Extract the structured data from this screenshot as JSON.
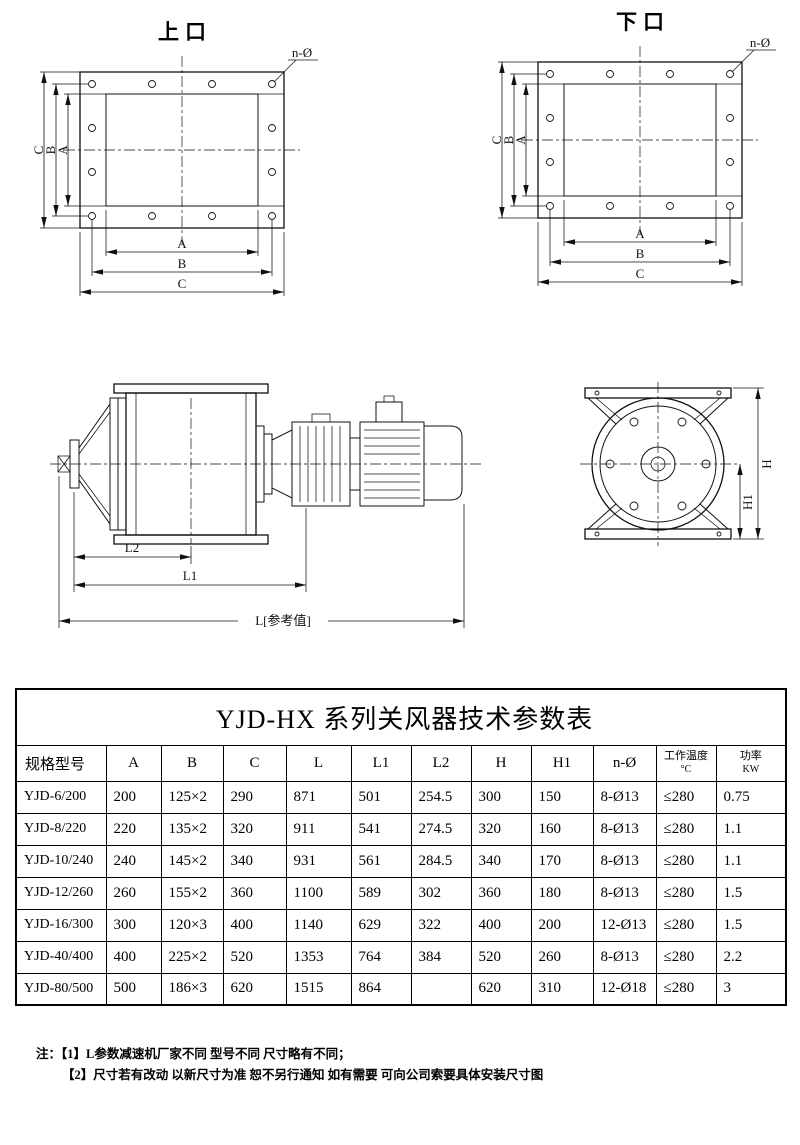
{
  "titles": {
    "top_left": "上口",
    "top_right": "下口"
  },
  "flange": {
    "bolt_callout": "n-Ø",
    "dim_a": "A",
    "dim_b": "B",
    "dim_c": "C"
  },
  "side_view": {
    "dim_l2": "L2",
    "dim_l1": "L1",
    "dim_l": "L[参考值]"
  },
  "end_view": {
    "dim_h": "H",
    "dim_h1": "H1"
  },
  "table": {
    "title": "YJD-HX 系列关风器技术参数表",
    "headers": [
      "规格型号",
      "A",
      "B",
      "C",
      "L",
      "L1",
      "L2",
      "H",
      "H1",
      "n-Ø"
    ],
    "temp_header": {
      "top": "工作温度",
      "bottom": "°C"
    },
    "power_header": {
      "top": "功率",
      "bottom": "KW"
    },
    "rows": [
      {
        "model": "YJD-6/200",
        "A": "200",
        "B": "125×2",
        "C": "290",
        "L": "871",
        "L1": "501",
        "L2": "254.5",
        "H": "300",
        "H1": "150",
        "n": "8-Ø13",
        "temp": "≤280",
        "power": "0.75"
      },
      {
        "model": "YJD-8/220",
        "A": "220",
        "B": "135×2",
        "C": "320",
        "L": "911",
        "L1": "541",
        "L2": "274.5",
        "H": "320",
        "H1": "160",
        "n": "8-Ø13",
        "temp": "≤280",
        "power": "1.1"
      },
      {
        "model": "YJD-10/240",
        "A": "240",
        "B": "145×2",
        "C": "340",
        "L": "931",
        "L1": "561",
        "L2": "284.5",
        "H": "340",
        "H1": "170",
        "n": "8-Ø13",
        "temp": "≤280",
        "power": "1.1"
      },
      {
        "model": "YJD-12/260",
        "A": "260",
        "B": "155×2",
        "C": "360",
        "L": "1100",
        "L1": "589",
        "L2": "302",
        "H": "360",
        "H1": "180",
        "n": "8-Ø13",
        "temp": "≤280",
        "power": "1.5"
      },
      {
        "model": "YJD-16/300",
        "A": "300",
        "B": "120×3",
        "C": "400",
        "L": "1140",
        "L1": "629",
        "L2": "322",
        "H": "400",
        "H1": "200",
        "n": "12-Ø13",
        "temp": "≤280",
        "power": "1.5"
      },
      {
        "model": "YJD-40/400",
        "A": "400",
        "B": "225×2",
        "C": "520",
        "L": "1353",
        "L1": "764",
        "L2": "384",
        "H": "520",
        "H1": "260",
        "n": "8-Ø13",
        "temp": "≤280",
        "power": "2.2"
      },
      {
        "model": "YJD-80/500",
        "A": "500",
        "B": "186×3",
        "C": "620",
        "L": "1515",
        "L1": "864",
        "L2": "",
        "H": "620",
        "H1": "310",
        "n": "12-Ø18",
        "temp": "≤280",
        "power": "3"
      }
    ]
  },
  "notes": {
    "prefix": "注：",
    "line1": "【1】L参数减速机厂家不同 型号不同 尺寸略有不同；",
    "line2": "【2】尺寸若有改动 以新尺寸为准 恕不另行通知 如有需要 可向公司索要具体安装尺寸图"
  }
}
